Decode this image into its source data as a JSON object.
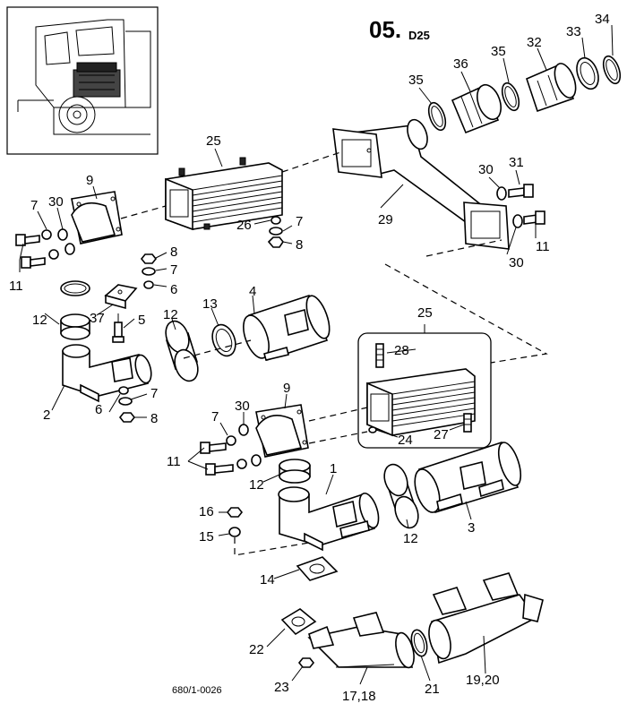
{
  "title": {
    "main": "05.",
    "sub": "D25"
  },
  "document_number": "680/1-0026",
  "callouts": {
    "c34": "34",
    "c33": "33",
    "c32": "32",
    "c35a": "35",
    "c36": "36",
    "c35b": "35",
    "c25a": "25",
    "c9a": "9",
    "c7a": "7",
    "c30a": "30",
    "c11a": "11",
    "c31": "31",
    "c30b": "30",
    "c29": "29",
    "c26": "26",
    "c7b": "7",
    "c8a": "8",
    "c11b": "11",
    "c30c": "30",
    "c8b": "8",
    "c7c": "7",
    "c6a": "6",
    "c12a": "12",
    "c37": "37",
    "c5": "5",
    "c12b": "12",
    "c13": "13",
    "c4": "4",
    "c2": "2",
    "c6b": "6",
    "c7d": "7",
    "c8c": "8",
    "c25b": "25",
    "c28": "28",
    "c24": "24",
    "c27": "27",
    "c9b": "9",
    "c30d": "30",
    "c7e": "7",
    "c11c": "11",
    "c12c": "12",
    "c1": "1",
    "c12d": "12",
    "c3": "3",
    "c16": "16",
    "c15": "15",
    "c14": "14",
    "c22": "22",
    "c23": "23",
    "c17_18": "17,18",
    "c21": "21",
    "c19_20": "19,20"
  }
}
